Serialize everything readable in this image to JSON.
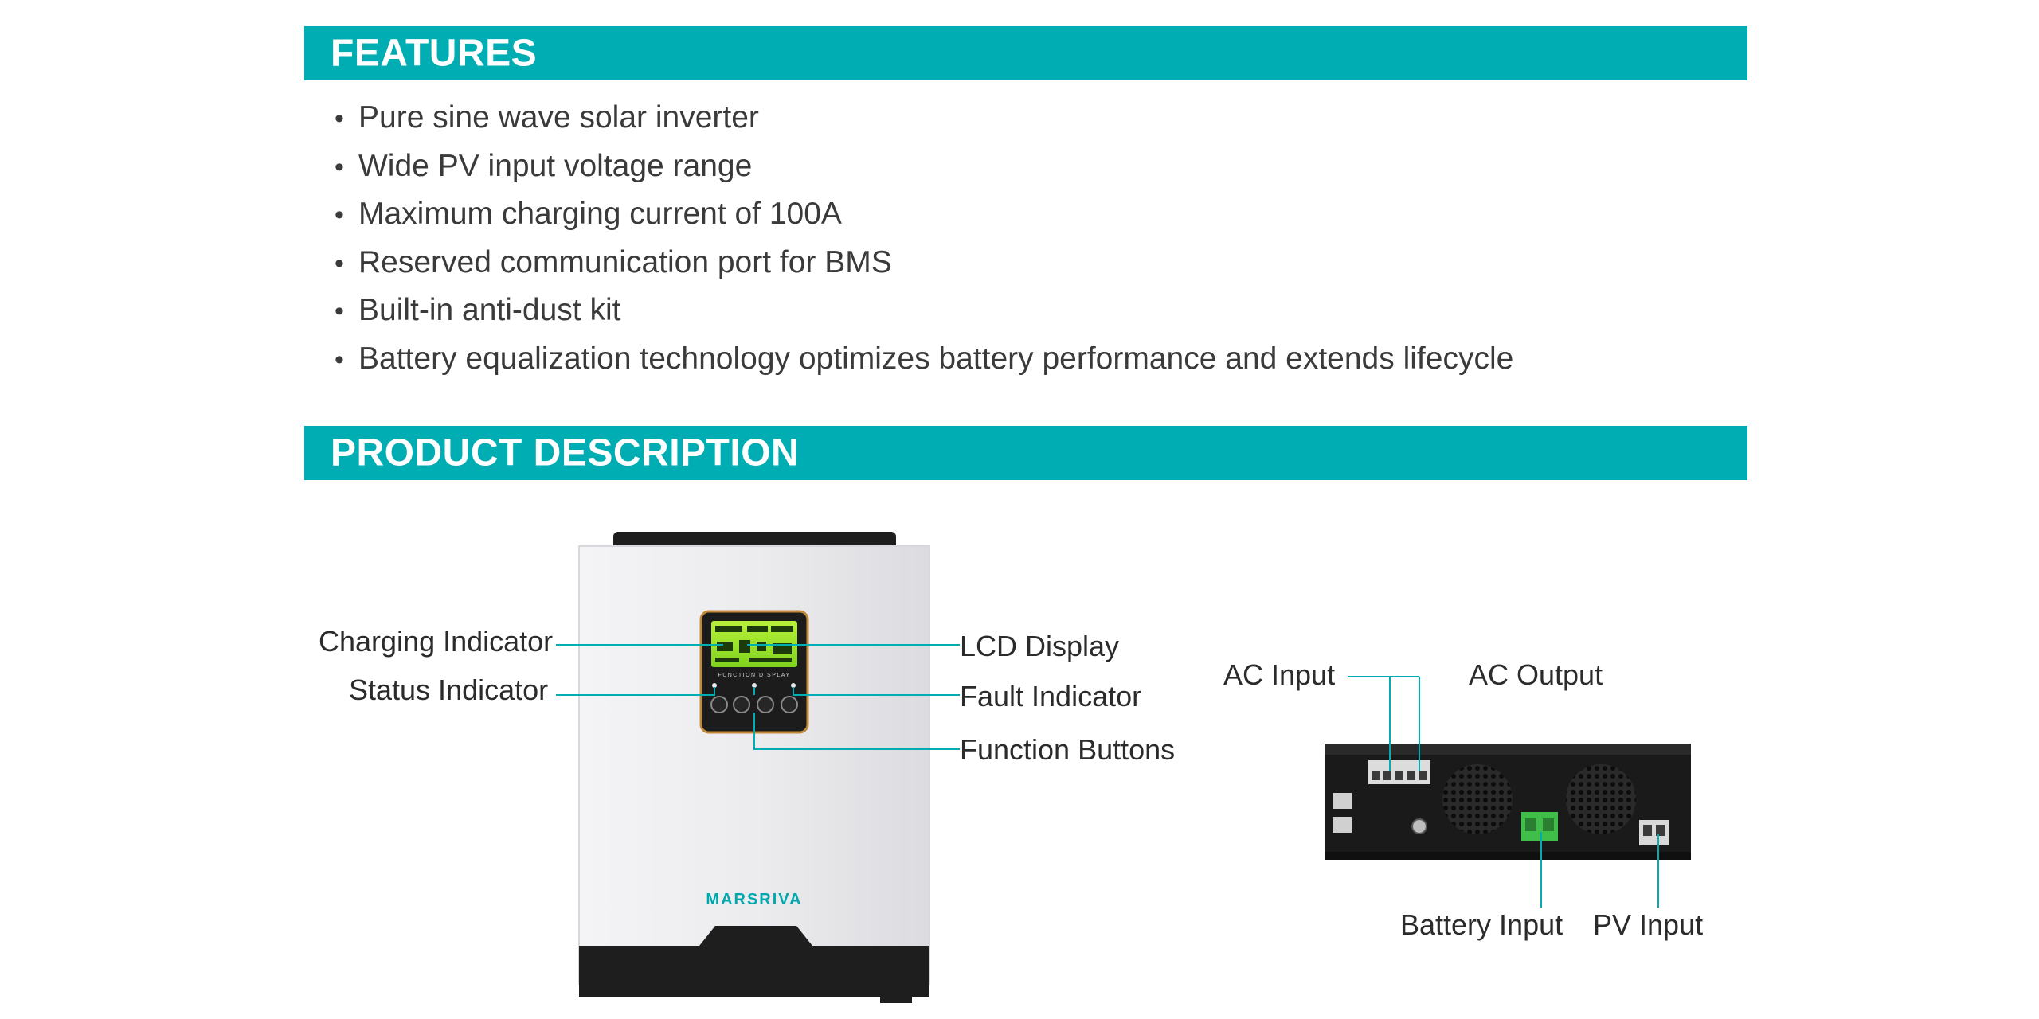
{
  "features": {
    "title": "FEATURES",
    "items": [
      "Pure sine wave solar inverter",
      "Wide PV input voltage range",
      "Maximum charging current of 100A",
      "Reserved communication port for BMS",
      "Built-in anti-dust kit",
      "Battery equalization technology optimizes battery performance and extends lifecycle"
    ]
  },
  "description": {
    "title": "PRODUCT DESCRIPTION"
  },
  "front_view": {
    "brand": "MARSRIVA",
    "lcd_caption": "FUNCTION DISPLAY",
    "callouts": {
      "charging": "Charging Indicator",
      "status": "Status Indicator",
      "lcd": "LCD Display",
      "fault": "Fault Indicator",
      "buttons": "Function Buttons"
    }
  },
  "rear_view": {
    "callouts": {
      "ac_input": "AC Input",
      "ac_output": "AC Output",
      "battery_input": "Battery Input",
      "pv_input": "PV Input"
    }
  },
  "colors": {
    "accent": "#00adb2",
    "lcd_green": "#9be62a",
    "terminal_green": "#3fbf4a",
    "body_white": "#ededf0",
    "casing_dark": "#1e1e1e"
  }
}
